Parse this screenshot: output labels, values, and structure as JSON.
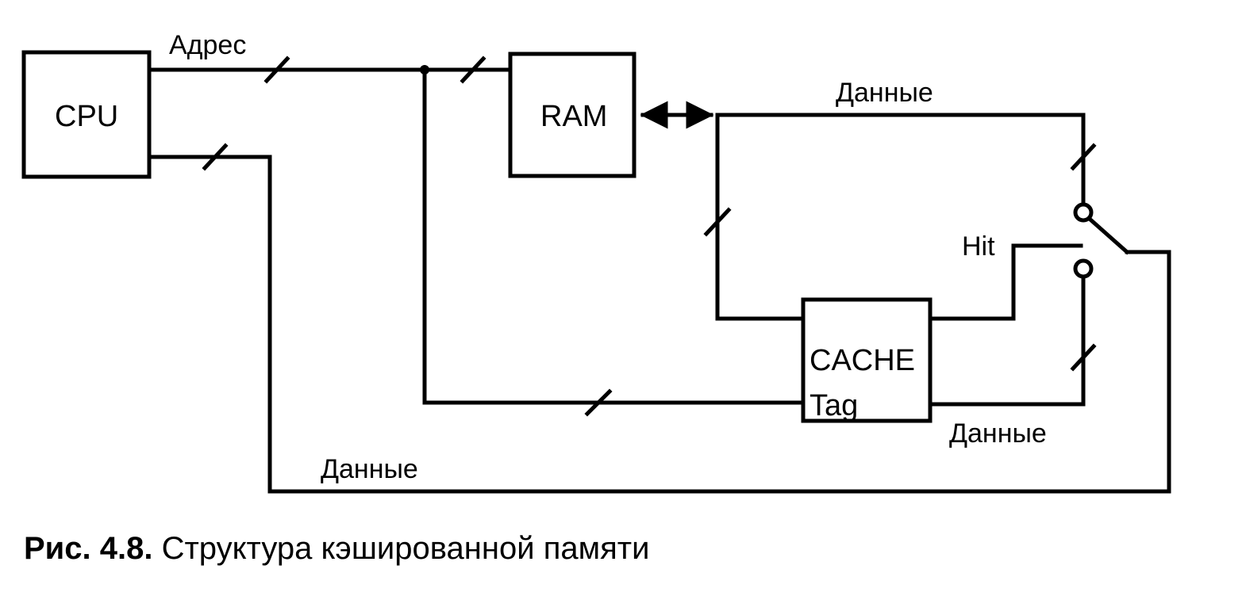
{
  "blocks": {
    "cpu": "CPU",
    "ram": "RAM",
    "cache_line1": "CACHE",
    "cache_line2": "Tag"
  },
  "signals": {
    "address": "Адрес",
    "data_ram": "Данные",
    "data_cache": "Данные",
    "data_cpu": "Данные",
    "hit": "Hit"
  },
  "caption": {
    "number": "Рис. 4.8.",
    "text": "Структура кэшированной памяти"
  }
}
